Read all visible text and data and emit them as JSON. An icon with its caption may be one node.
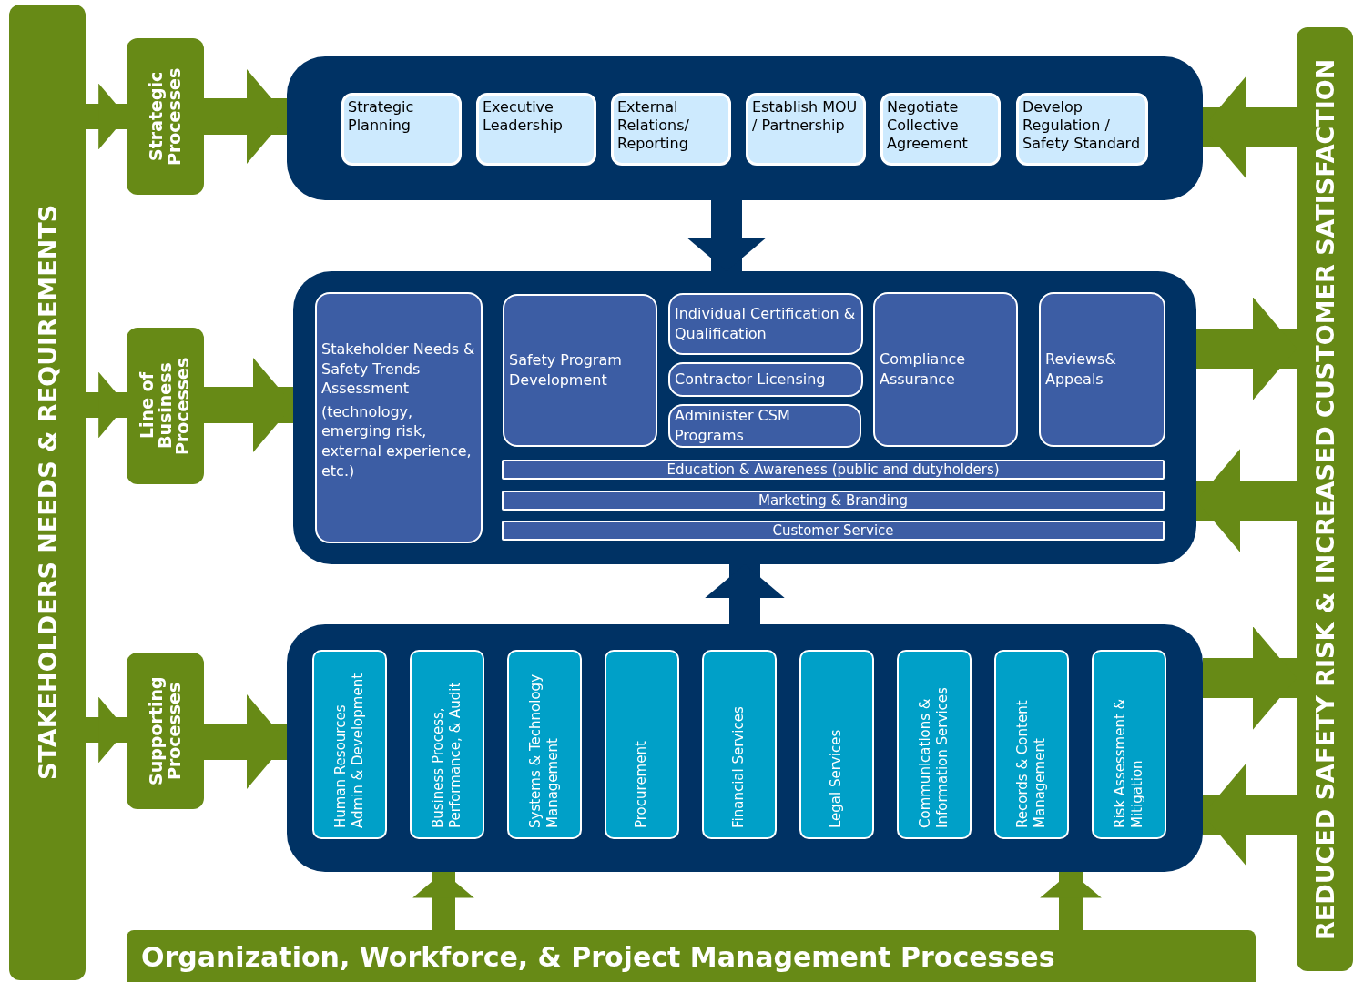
{
  "diagram": {
    "nodes": [
      {
        "text": [
          "STAKEHOLDERS NEEDS & REQUIREMENTS"
        ]
      },
      {
        "text": [
          "Strategic Processes"
        ]
      },
      {
        "text": [
          "Line of Business Processes"
        ]
      },
      {
        "text": [
          "Supporting Processes"
        ]
      },
      {
        "text": [],
        "shape": "box"
      },
      {
        "text": [
          "Strategic Planning"
        ],
        "in": 4
      },
      {
        "text": [
          "Executive Leadership"
        ],
        "in": 4
      },
      {
        "text": [
          "External Relations/ Reporting"
        ],
        "in": 4
      },
      {
        "text": [
          "Establish MOU / Partnership"
        ],
        "in": 4
      },
      {
        "text": [
          "Negotiate Collective Agreement"
        ],
        "in": 4
      },
      {
        "text": [
          "Develop Regulation / Safety Standard"
        ],
        "in": 4
      },
      {
        "text": [],
        "shape": "box"
      },
      {
        "text": [
          "Stakeholder Needs & Safety Trends Assessment",
          "(technology, emerging risk, external experience, etc.)"
        ],
        "in": 11
      },
      {
        "text": [
          "Safety Program Development"
        ],
        "in": 11
      },
      {
        "text": [
          "Individual Certification & Qualification"
        ],
        "in": 11
      },
      {
        "text": [
          "Contractor Licensing"
        ],
        "in": 11
      },
      {
        "text": [
          "Administer CSM Programs"
        ],
        "in": 11
      },
      {
        "text": [
          "Compliance Assurance"
        ],
        "in": 11
      },
      {
        "text": [
          "Reviews& Appeals"
        ],
        "in": 11
      },
      {
        "text": [
          "Education & Awareness (public and dutyholders)"
        ],
        "in": 11
      },
      {
        "text": [
          "Marketing & Branding"
        ],
        "in": 11
      },
      {
        "text": [
          "Customer Service"
        ],
        "in": 11
      },
      {
        "text": [],
        "shape": "box"
      },
      {
        "text": [
          "Human Resources Admin & Development"
        ],
        "in": 22
      },
      {
        "text": [
          "Business Process, Performance, & Audit"
        ],
        "in": 22
      },
      {
        "text": [
          "Systems & Technology Management"
        ],
        "in": 22
      },
      {
        "text": [
          "Procurement"
        ],
        "in": 22
      },
      {
        "text": [
          "Financial Services"
        ],
        "in": 22
      },
      {
        "text": [
          "Legal Services"
        ],
        "in": 22
      },
      {
        "text": [
          "Communications & Information Services"
        ],
        "in": 22
      },
      {
        "text": [
          "Records & Content Management"
        ],
        "in": 22
      },
      {
        "text": [
          "Risk Assessment & Mitigation"
        ],
        "in": 22
      },
      {
        "text": [
          "Organization, Workforce, & Project Management Processes"
        ]
      },
      {
        "text": [
          "REDUCED SAFETY RISK & INCREASED CUSTOMER SATISFACTION"
        ]
      }
    ],
    "edges": [
      {
        "from": 0,
        "to": 1,
        "arrow": "to"
      },
      {
        "from": 0,
        "to": 2,
        "arrow": "to"
      },
      {
        "from": 0,
        "to": 3,
        "arrow": "to"
      },
      {
        "from": 1,
        "to": 4,
        "arrow": "to"
      },
      {
        "from": 2,
        "to": 11,
        "arrow": "to"
      },
      {
        "from": 3,
        "to": 22,
        "arrow": "to"
      },
      {
        "from": 4,
        "to": 11,
        "arrow": "to",
        "color": "#003264"
      },
      {
        "from": 22,
        "to": 11,
        "arrow": "to",
        "color": "#003264"
      },
      {
        "from": 32,
        "to": 22,
        "arrow": "to"
      },
      {
        "from": 32,
        "to": 22,
        "arrow": "to"
      },
      {
        "from": 33,
        "to": 4,
        "arrow": "to"
      },
      {
        "from": 11,
        "to": 33,
        "arrow": "to"
      },
      {
        "from": 33,
        "to": 11,
        "arrow": "to"
      },
      {
        "from": 22,
        "to": 33,
        "arrow": "to"
      },
      {
        "from": 33,
        "to": 22,
        "arrow": "to"
      }
    ]
  }
}
